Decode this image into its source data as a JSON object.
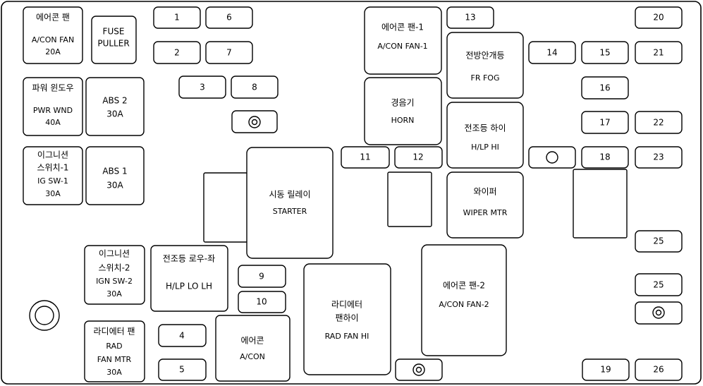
{
  "components": [
    {
      "id": "acon-fan-20a",
      "lines": [
        "에어콘 팬",
        "A/CON FAN",
        "20A"
      ]
    },
    {
      "id": "fuse-puller",
      "lines": [
        "FUSE",
        "PULLER"
      ]
    },
    {
      "id": "pwr-wnd",
      "lines": [
        "파워 윈도우",
        "PWR WND",
        "40A"
      ]
    },
    {
      "id": "abs2",
      "lines": [
        "ABS 2",
        "30A"
      ]
    },
    {
      "id": "ig-sw-1",
      "lines": [
        "이그니션",
        "스위치-1",
        "IG SW-1",
        "30A"
      ]
    },
    {
      "id": "abs1",
      "lines": [
        "ABS 1",
        "30A"
      ]
    },
    {
      "id": "ign-sw-2",
      "lines": [
        "이그니션",
        "스위치-2",
        "IGN SW-2",
        "30A"
      ]
    },
    {
      "id": "hlp-lo-lh",
      "lines": [
        "전조등 로우-좌",
        "H/LP LO LH"
      ]
    },
    {
      "id": "rad-fan-mtr",
      "lines": [
        "라디에터 팬",
        "RAD",
        "FAN MTR",
        "30A"
      ]
    },
    {
      "id": "acon",
      "lines": [
        "에어콘",
        "A/CON"
      ]
    },
    {
      "id": "starter",
      "lines": [
        "시동 릴레이",
        "STARTER"
      ]
    },
    {
      "id": "rad-fan-hi",
      "lines": [
        "라디에터",
        "팬하이",
        "RAD FAN HI"
      ]
    },
    {
      "id": "acon-fan-1",
      "lines": [
        "에어콘 팬-1",
        "A/CON FAN-1"
      ]
    },
    {
      "id": "horn",
      "lines": [
        "경음기",
        "HORN"
      ]
    },
    {
      "id": "fr-fog",
      "lines": [
        "전방안개등",
        "FR FOG"
      ]
    },
    {
      "id": "hlp-hi",
      "lines": [
        "전조등 하이",
        "H/LP HI"
      ]
    },
    {
      "id": "wiper-mtr",
      "lines": [
        "와이퍼",
        "WIPER MTR"
      ]
    },
    {
      "id": "acon-fan-2",
      "lines": [
        "에어콘 팬-2",
        "A/CON FAN-2"
      ]
    }
  ],
  "fuses": [
    {
      "id": "f1",
      "label": "1"
    },
    {
      "id": "f6",
      "label": "6"
    },
    {
      "id": "f2",
      "label": "2"
    },
    {
      "id": "f7",
      "label": "7"
    },
    {
      "id": "f3",
      "label": "3"
    },
    {
      "id": "f8",
      "label": "8"
    },
    {
      "id": "f9",
      "label": "9"
    },
    {
      "id": "f10",
      "label": "10"
    },
    {
      "id": "f4",
      "label": "4"
    },
    {
      "id": "f5",
      "label": "5"
    },
    {
      "id": "f11",
      "label": "11"
    },
    {
      "id": "f12",
      "label": "12"
    },
    {
      "id": "f13",
      "label": "13"
    },
    {
      "id": "f14",
      "label": "14"
    },
    {
      "id": "f15",
      "label": "15"
    },
    {
      "id": "f16",
      "label": "16"
    },
    {
      "id": "f17",
      "label": "17"
    },
    {
      "id": "f18",
      "label": "18"
    },
    {
      "id": "f19",
      "label": "19"
    },
    {
      "id": "f20",
      "label": "20"
    },
    {
      "id": "f21",
      "label": "21"
    },
    {
      "id": "f22",
      "label": "22"
    },
    {
      "id": "f23",
      "label": "23"
    },
    {
      "id": "f25a",
      "label": "25"
    },
    {
      "id": "f25b",
      "label": "25"
    },
    {
      "id": "f26",
      "label": "26"
    }
  ]
}
